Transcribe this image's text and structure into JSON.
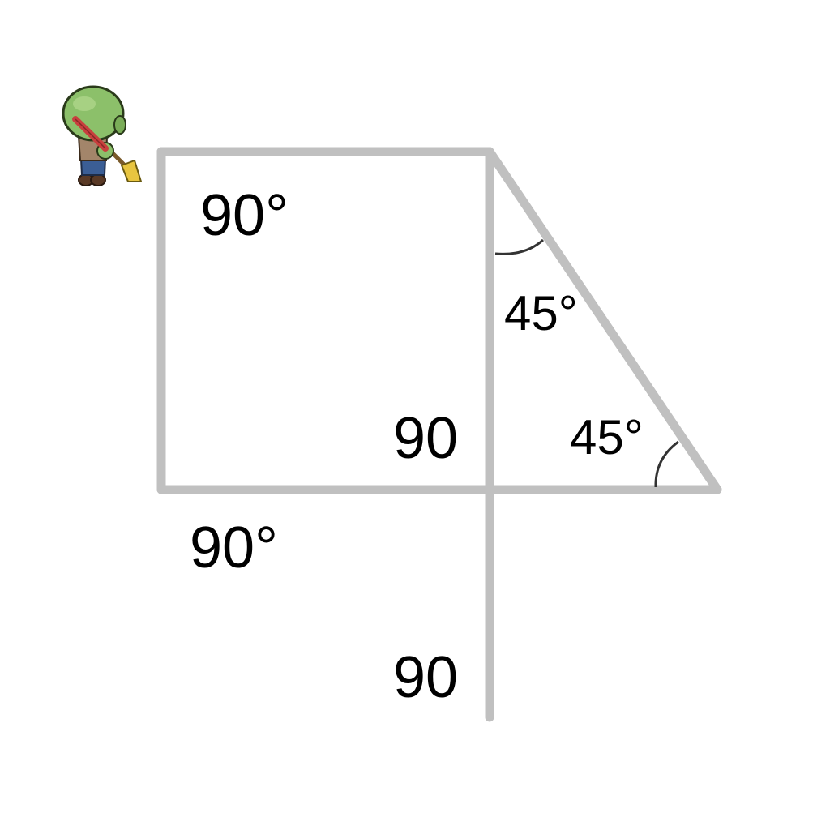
{
  "diagram": {
    "line_color": "#c0c0c0",
    "arc_color": "#333333",
    "labels": {
      "square_top_left_angle": "90°",
      "triangle_top_angle": "45°",
      "center_angle": "90",
      "triangle_bottom_angle": "45°",
      "square_bottom_angle": "90°",
      "vertical_line_angle": "90"
    },
    "sprite": {
      "icon": "goblin-character-icon",
      "skin_color": "#8cc06a",
      "brush_color": "#e8c540"
    }
  }
}
